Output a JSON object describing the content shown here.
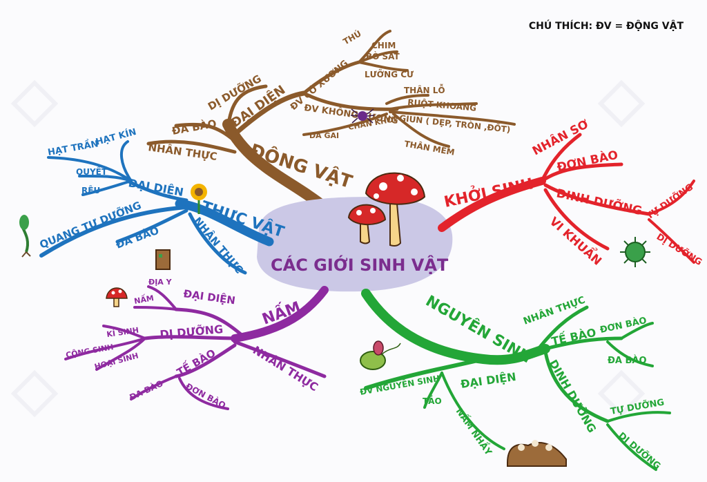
{
  "note": "CHÚ THÍCH: ĐV = ĐỘNG VẬT",
  "center": "CÁC GIỚI SINH VẬT",
  "colors": {
    "animal": "#8B5A2B",
    "plant": "#1E73BE",
    "bacteria": "#E3232B",
    "fungi": "#8E2AA0",
    "protist": "#23A637",
    "center": "#CBC8E6"
  },
  "animal": {
    "title": "ĐỘNG VẬT",
    "items": [
      "ĐA BÀO",
      "DỊ DƯỠNG",
      "NHÂN THỰC",
      "ĐẠI DIỆN",
      "ĐV CÓ XƯƠNG",
      "THÚ",
      "CHIM",
      "BÒ SÁT",
      "LƯỠNG CƯ",
      "ĐV KHÔNG XƯƠNG",
      "THÂN LỖ",
      "RUỘT KHOANG",
      "GIUN ( DẸP, TRÒN ,ĐỐT)",
      "THÂN MỀM",
      "CHÂN KHỚP",
      "DA GAI"
    ]
  },
  "plant": {
    "title": "THỰC VẬT",
    "items": [
      "ĐẠI DIỆN",
      "HẠT KÍN",
      "HẠT TRẦN",
      "QUYẾT",
      "RÊU",
      "QUANG TỰ DƯỠNG",
      "ĐA BÀO",
      "NHÂN THỰC"
    ]
  },
  "bacteria": {
    "title": "KHỞI SINH",
    "items": [
      "NHÂN SƠ",
      "ĐƠN BÀO",
      "DINH DƯỠNG",
      "TỰ DƯỠNG",
      "DỊ DƯỠNG",
      "VI KHUẨN"
    ]
  },
  "fungi": {
    "title": "NẤM",
    "items": [
      "ĐẠI DIỆN",
      "ĐỊA Y",
      "NẤM",
      "DỊ DƯỠNG",
      "KÍ SINH",
      "CỘNG SINH",
      "HOẠI SINH",
      "NHÂN THỰC",
      "TẾ BÀO",
      "ĐA BÀO",
      "ĐƠN BÀO"
    ]
  },
  "protist": {
    "title": "NGUYÊN SINH",
    "items": [
      "NHÂN THỰC",
      "TẾ BÀO",
      "ĐƠN BÀO",
      "ĐA BÀO",
      "ĐẠI DIỆN",
      "ĐV NGUYÊN SINH",
      "TẢO",
      "NẤM NHẦY",
      "DINH DƯỠNG",
      "TỰ DƯỠNG",
      "DỊ DƯỠNG"
    ]
  },
  "icons": [
    "mushroom-icon",
    "spider-icon",
    "sunflower-icon",
    "seedling-icon",
    "tree-stump-icon",
    "virus-icon",
    "small-mushroom-icon",
    "protozoa-icon",
    "slime-mold-icon",
    "watermark-logo"
  ]
}
